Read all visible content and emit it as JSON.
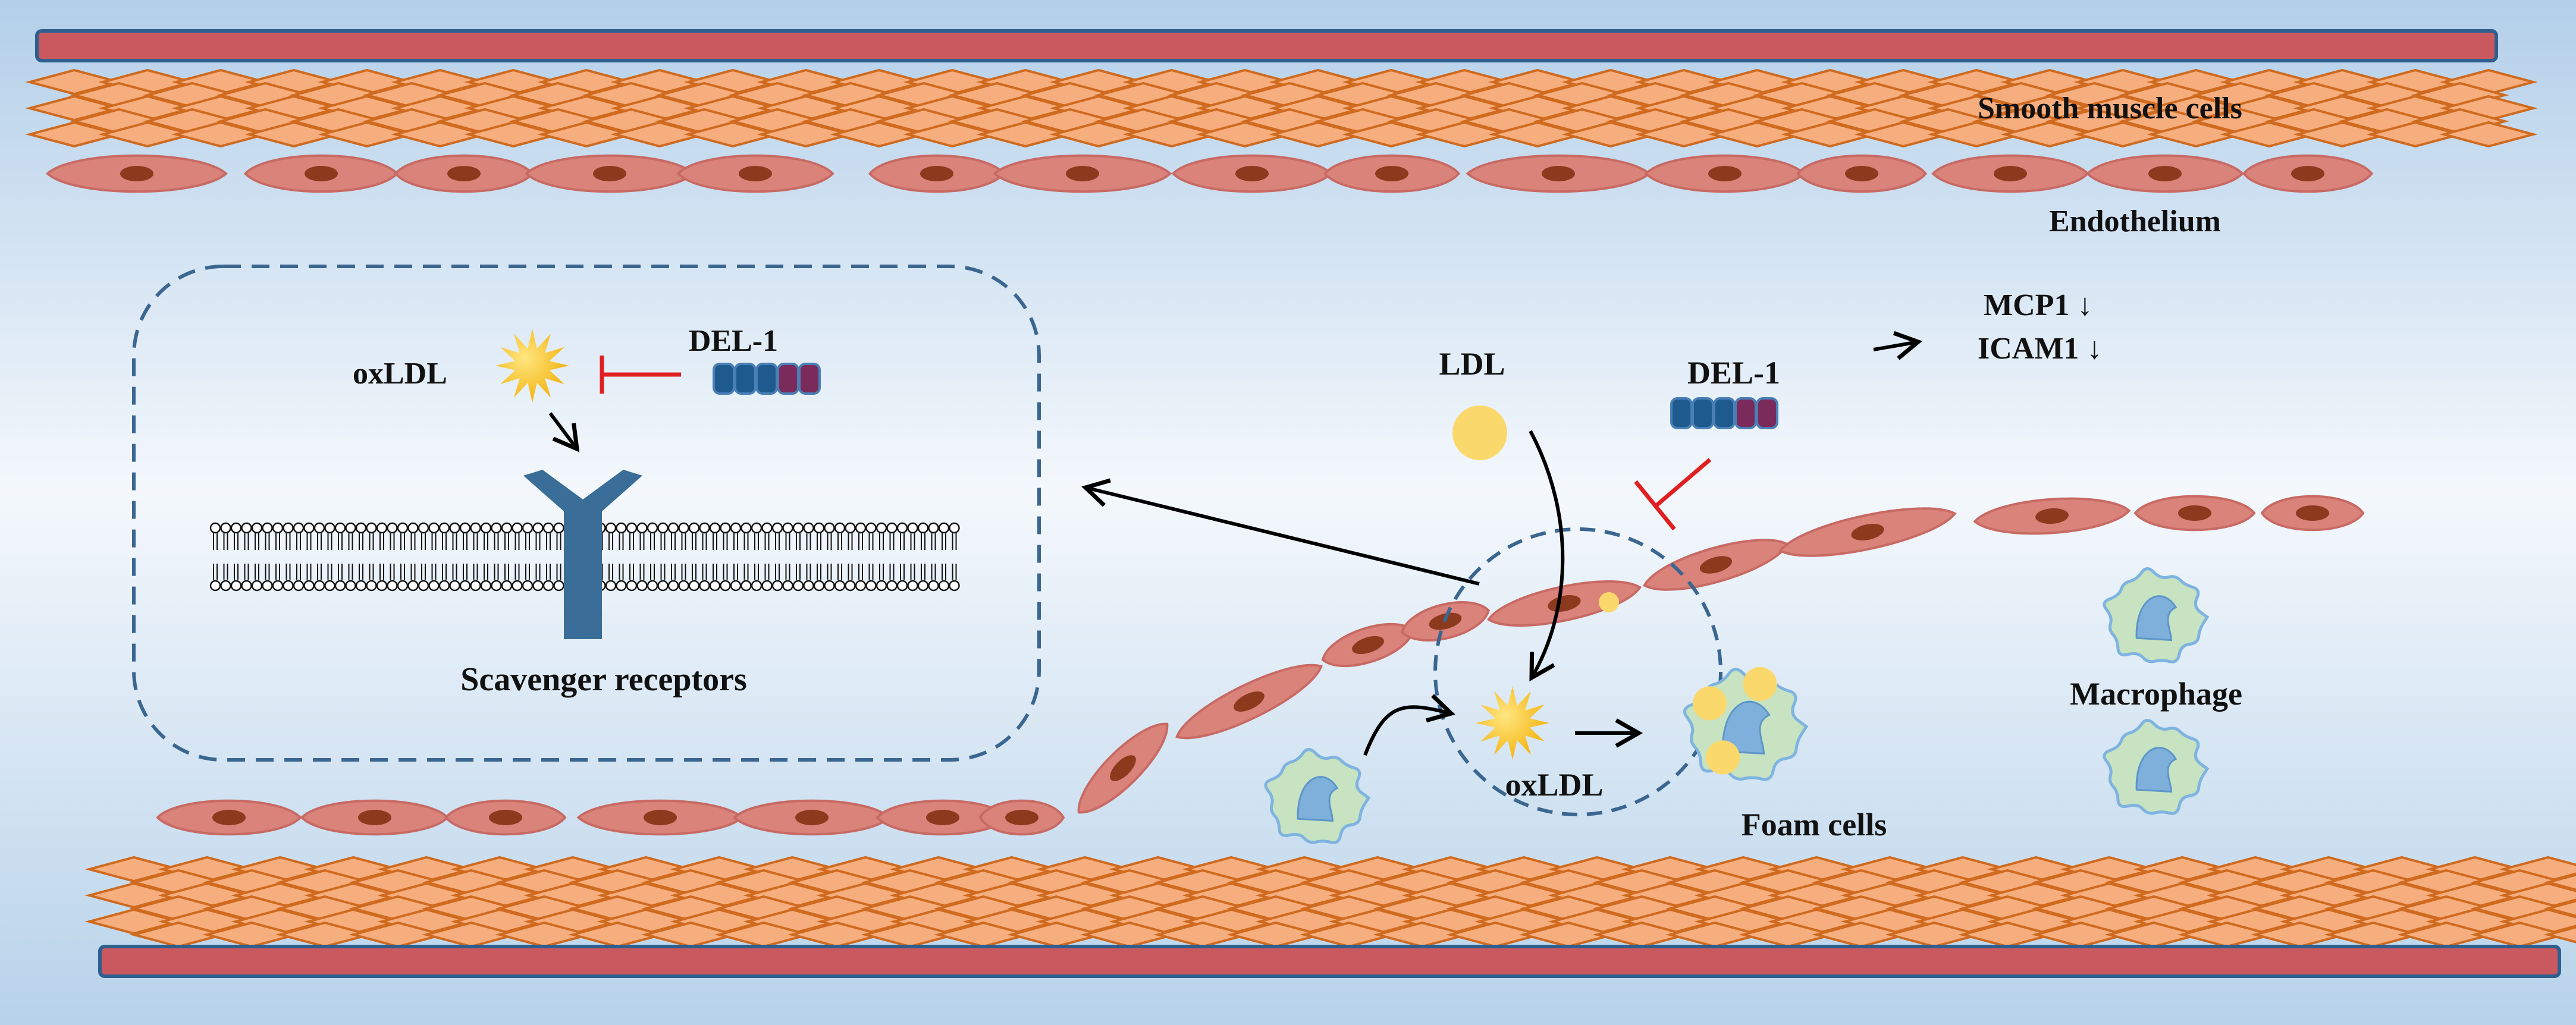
{
  "labels": {
    "smooth_muscle_cells": "Smooth muscle cells",
    "endothelium": "Endothelium",
    "oxldl_inset": "oxLDL",
    "del1_inset": "DEL-1",
    "scavenger_receptors": "Scavenger receptors",
    "ldl": "LDL",
    "del1_main": "DEL-1",
    "mcp1": "MCP1 ↓",
    "icam1": "ICAM1 ↓",
    "oxldl_main": "oxLDL",
    "foam_cells": "Foam cells",
    "macrophage": "Macrophage"
  },
  "colors": {
    "vessel_wall": "#c9595e",
    "smooth_muscle_fill": "#f6ae7f",
    "smooth_muscle_stroke": "#cf6a1f",
    "endothelial_cell": "#d9837a",
    "nucleus": "#8b3a1e",
    "del1_blue": "#1f5a8e",
    "del1_purple": "#7b2a5c",
    "oxldl_star": "#f3b515",
    "ldl_particle": "#fbd86b",
    "inhibition": "#e02020",
    "receptor": "#3a6d97",
    "macrophage_fill": "#c7e3c1",
    "macrophage_nucleus": "#7fb0dc",
    "dashed_outline": "#3b6690"
  }
}
